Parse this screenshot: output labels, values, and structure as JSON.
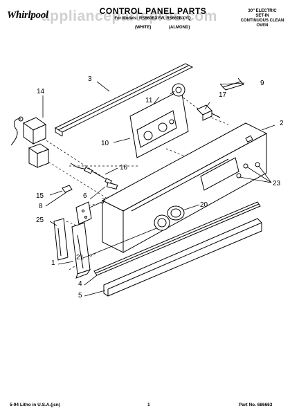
{
  "header": {
    "brand": "Whirlpool",
    "watermark": "appliancepartspros.com",
    "title": "CONTROL PANEL PARTS",
    "models_line": "For Models: RS660BXYW, RS660BXYQ",
    "finish_white": "(WHITE)",
    "finish_almond": "(ALMOND)",
    "desc_line1": "30\" ELECTRIC",
    "desc_line2": "SET-IN",
    "desc_line3": "CONTINUOUS CLEAN",
    "desc_line4": "OVEN"
  },
  "callouts": {
    "c1": "1",
    "c2": "2",
    "c3": "3",
    "c4": "4",
    "c5": "5",
    "c6": "6",
    "c7": "7",
    "c8": "8",
    "c9": "9",
    "c10": "10",
    "c11": "11",
    "c14": "14",
    "c15": "15",
    "c16": "16",
    "c17": "17",
    "c20": "20",
    "c21": "21",
    "c23": "23",
    "c25": "25"
  },
  "footer": {
    "left": "5-94 Litho in U.S.A.(jcn)",
    "page": "1",
    "part_no": "Part No. 686663"
  }
}
